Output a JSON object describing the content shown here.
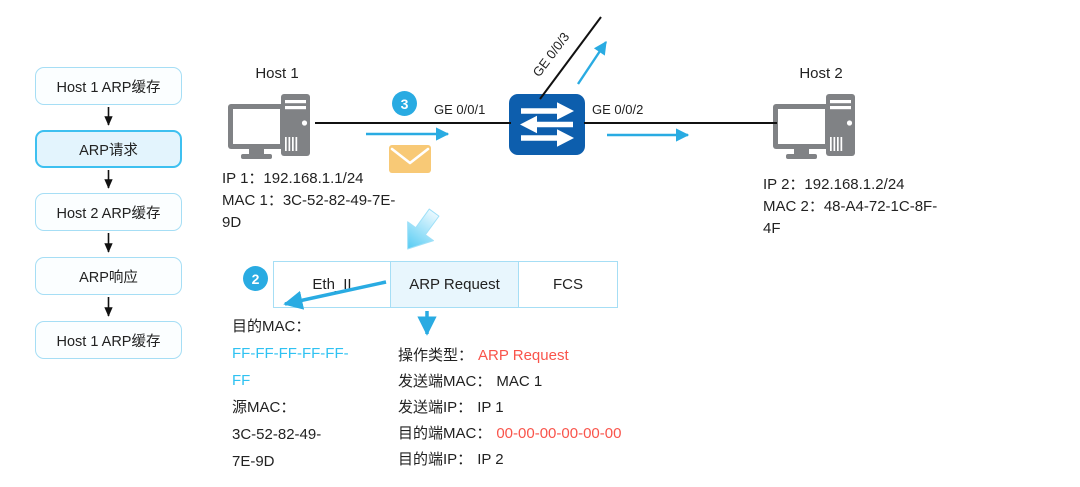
{
  "colors": {
    "accent_cyan": "#29ABE2",
    "bright_cyan": "#2FC2F2",
    "alert_red": "#F9544B",
    "ink": "#222222",
    "box_border": "#A6DEF5",
    "box_border_active": "#3EC0F0",
    "box_fill": "#FBFEFF",
    "box_fill_active": "#E3F4FD",
    "cell_fill": "#E8F6FD",
    "switch_blue": "#0D5EAD",
    "device_gray": "#808285",
    "envelope_orange": "#F8C976",
    "line_black": "#111111"
  },
  "flowchart": {
    "steps": [
      {
        "label": "Host 1 ARP缓存",
        "highlighted": false
      },
      {
        "label": "ARP请求",
        "highlighted": true
      },
      {
        "label": "Host 2 ARP缓存",
        "highlighted": false
      },
      {
        "label": "ARP响应",
        "highlighted": false
      },
      {
        "label": "Host 1 ARP缓存",
        "highlighted": false
      }
    ]
  },
  "hosts": {
    "host1": {
      "name": "Host 1",
      "lines": [
        "IP 1：192.168.1.1/24",
        "MAC 1：3C-52-82-49-7E-",
        "9D"
      ]
    },
    "host2": {
      "name": "Host 2",
      "lines": [
        "IP 2：192.168.1.2/24",
        "MAC 2：48-A4-72-1C-8F-",
        "4F"
      ]
    }
  },
  "switch_ports": {
    "port1": "GE 0/0/1",
    "port2": "GE 0/0/2",
    "port3": "GE 0/0/3"
  },
  "badges": {
    "step2": "2",
    "step3": "3"
  },
  "packet": {
    "cells": [
      "Eth_II",
      "ARP Request",
      "FCS"
    ]
  },
  "eth_details": {
    "lines": [
      {
        "text": "目的MAC：",
        "color": "ink"
      },
      {
        "text": "FF-FF-FF-FF-FF-",
        "color": "cyan"
      },
      {
        "text": "FF",
        "color": "cyan"
      },
      {
        "text": "源MAC：",
        "color": "ink"
      },
      {
        "text": "3C-52-82-49-",
        "color": "ink"
      },
      {
        "text": "7E-9D",
        "color": "ink"
      }
    ]
  },
  "arp_details": {
    "lines": [
      {
        "label": "操作类型：",
        "value": "ARP Request",
        "value_color": "red"
      },
      {
        "label": "发送端MAC：",
        "value": "MAC 1",
        "value_color": "ink"
      },
      {
        "label": "发送端IP：",
        "value": "IP 1",
        "value_color": "ink"
      },
      {
        "label": "目的端MAC：",
        "value": "00-00-00-00-00-00",
        "value_color": "red"
      },
      {
        "label": "目的端IP：",
        "value": "IP 2",
        "value_color": "ink"
      }
    ]
  }
}
